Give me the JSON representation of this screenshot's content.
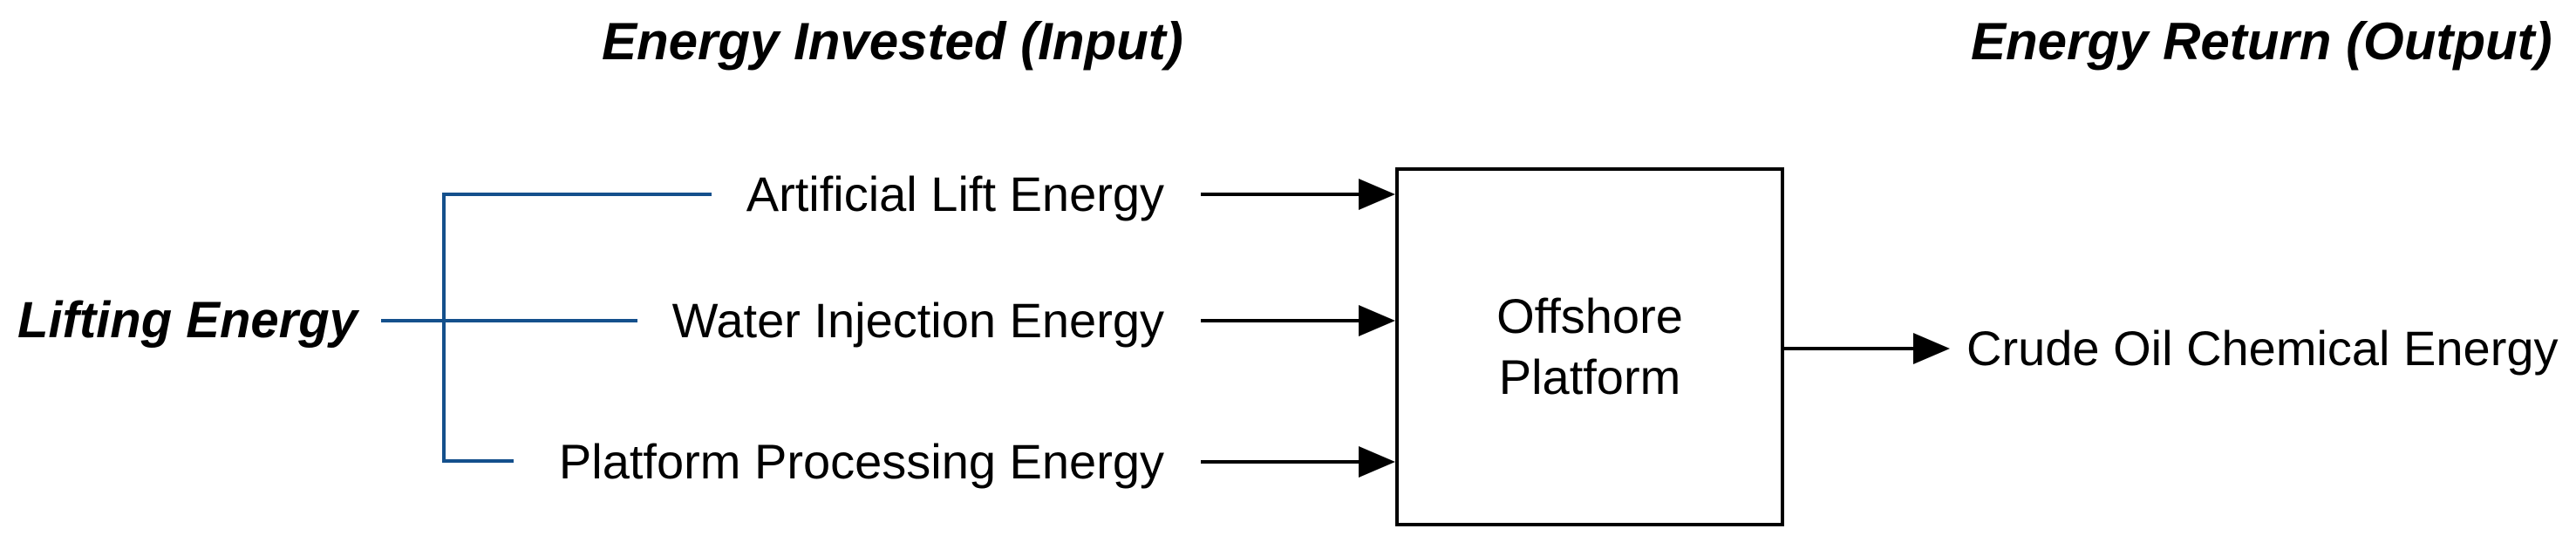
{
  "headers": {
    "invested": "Energy Invested (Input)",
    "return": "Energy Return (Output)"
  },
  "lifting_label": "Lifting Energy",
  "input_labels": [
    "Artificial Lift Energy",
    "Water Injection Energy",
    "Platform Processing Energy"
  ],
  "process_box_label": "Offshore\nPlatform",
  "output_label": "Crude Oil Chemical Energy",
  "colors": {
    "connector_blue": "#14508C",
    "arrow_black": "#000000"
  }
}
